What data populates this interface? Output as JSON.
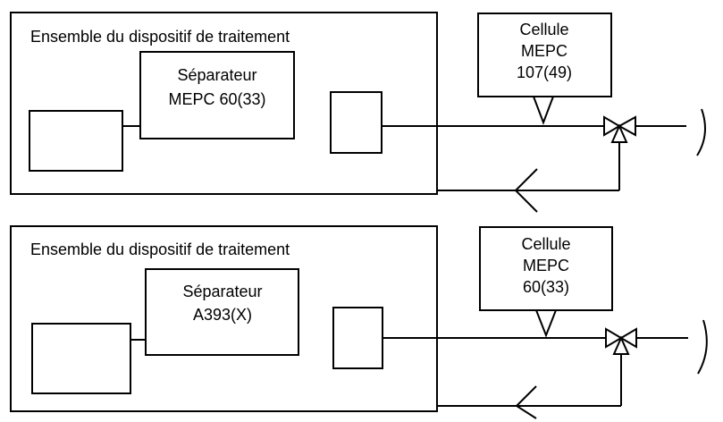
{
  "diagram": {
    "top": {
      "outer_label": "Ensemble du dispositif de traitement",
      "separator_line1": "Séparateur",
      "separator_line2": "MEPC 60(33)",
      "cell_line1": "Cellule",
      "cell_line2": "MEPC",
      "cell_line3": "107(49)"
    },
    "bottom": {
      "outer_label": "Ensemble du dispositif de traitement",
      "separator_line1": "Séparateur",
      "separator_line2": "A393(X)",
      "cell_line1": "Cellule",
      "cell_line2": "MEPC",
      "cell_line3": "60(33)"
    }
  }
}
